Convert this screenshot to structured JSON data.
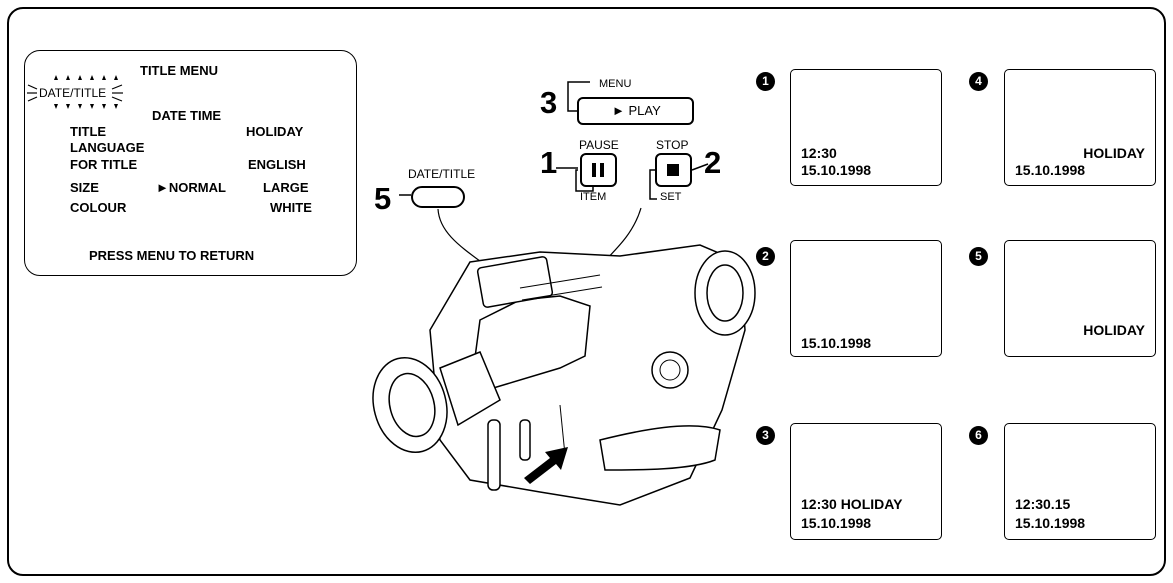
{
  "menu": {
    "title": "TITLE MENU",
    "selected": "DATE/TITLE",
    "sub": "DATE  TIME",
    "rows": [
      {
        "label": "TITLE",
        "value": "HOLIDAY"
      },
      {
        "label": "LANGUAGE",
        "value": ""
      },
      {
        "label": "FOR TITLE",
        "value": "ENGLISH"
      },
      {
        "label": "SIZE",
        "option": "►NORMAL",
        "value": "LARGE"
      },
      {
        "label": "COLOUR",
        "value": "WHITE"
      }
    ],
    "footer": "PRESS MENU TO RETURN"
  },
  "buttons": {
    "menu_label": "MENU",
    "play_label": "► PLAY",
    "pause_label": "PAUSE",
    "stop_label": "STOP",
    "item_label": "ITEM",
    "set_label": "SET",
    "date_title_label": "DATE/TITLE"
  },
  "steps": [
    "1",
    "2",
    "3",
    "4",
    "5"
  ],
  "screens": [
    {
      "badge": "1",
      "lines": [
        "12:30",
        "15.10.1998"
      ]
    },
    {
      "badge": "2",
      "lines": [
        "",
        "15.10.1998"
      ]
    },
    {
      "badge": "3",
      "lines": [
        "12:30  HOLIDAY",
        "15.10.1998"
      ]
    },
    {
      "badge": "4",
      "lines": [
        "HOLIDAY",
        "15.10.1998"
      ]
    },
    {
      "badge": "5",
      "lines": [
        "HOLIDAY",
        ""
      ]
    },
    {
      "badge": "6",
      "lines": [
        "12:30.15",
        "15.10.1998"
      ]
    }
  ]
}
